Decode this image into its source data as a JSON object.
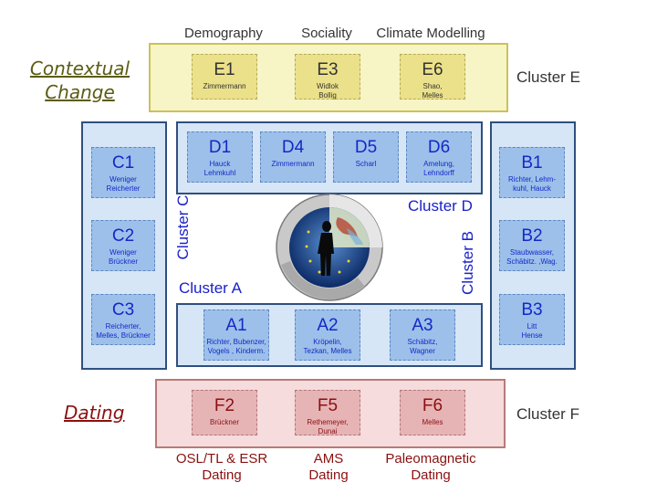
{
  "top_topics": [
    "Demography",
    "Sociality",
    "Climate Modelling"
  ],
  "side_labels": {
    "contextual_line1": "Contextual",
    "contextual_line2": "Change",
    "dating": "Dating"
  },
  "cluster_labels": {
    "e": "Cluster E",
    "f": "Cluster F",
    "a": "Cluster A",
    "b": "Cluster B",
    "c": "Cluster C",
    "d": "Cluster D"
  },
  "cluster_e": [
    {
      "code": "E1",
      "names": [
        "Zimmermann"
      ]
    },
    {
      "code": "E3",
      "names": [
        "Widlok",
        "Bollig"
      ]
    },
    {
      "code": "E6",
      "names": [
        "Shao,",
        "Melles"
      ]
    }
  ],
  "cluster_d": [
    {
      "code": "D1",
      "names": [
        "Hauck",
        "Lehmkuhl"
      ]
    },
    {
      "code": "D4",
      "names": [
        "Zimmermann"
      ]
    },
    {
      "code": "D5",
      "names": [
        "Scharl"
      ]
    },
    {
      "code": "D6",
      "names": [
        "Amelung,",
        "Lehndorff"
      ]
    }
  ],
  "cluster_c": [
    {
      "code": "C1",
      "names": [
        "Weniger",
        "Reicherter"
      ]
    },
    {
      "code": "C2",
      "names": [
        "Weniger",
        "Brückner"
      ]
    },
    {
      "code": "C3",
      "names": [
        "Reicherter,",
        "Melles, Brückner"
      ]
    }
  ],
  "cluster_b": [
    {
      "code": "B1",
      "names": [
        "Richter, Lehm-",
        "kuhl, Hauck"
      ]
    },
    {
      "code": "B2",
      "names": [
        "Staubwasser,",
        "Schäbitz. ,Wag."
      ]
    },
    {
      "code": "B3",
      "names": [
        "Litt",
        "Hense"
      ]
    }
  ],
  "cluster_a": [
    {
      "code": "A1",
      "names": [
        "Richter, Bubenzer,",
        "Vogels , Kinderm."
      ]
    },
    {
      "code": "A2",
      "names": [
        "Kröpelin,",
        "Tezkan, Melles"
      ]
    },
    {
      "code": "A3",
      "names": [
        "Schäbitz,",
        "Wagner"
      ]
    }
  ],
  "cluster_f": [
    {
      "code": "F2",
      "names": [
        "Brückner"
      ]
    },
    {
      "code": "F5",
      "names": [
        "Rethemeyer,",
        "Dunai"
      ]
    },
    {
      "code": "F6",
      "names": [
        "Melles"
      ]
    }
  ],
  "bottom_topics": [
    {
      "line1": "OSL/TL & ESR",
      "line2": "Dating"
    },
    {
      "line1": "AMS",
      "line2": "Dating"
    },
    {
      "line1": "Paleomagnetic",
      "line2": "Dating"
    }
  ],
  "colors": {
    "cluster_e_bg": "#f7f4c6",
    "cluster_f_bg": "#f6dcdc",
    "blue_panels_bg": "#d6e6f7",
    "blue_text": "#1428c8",
    "dating_text": "#8b1010",
    "contextual_text": "#5c5c14"
  }
}
